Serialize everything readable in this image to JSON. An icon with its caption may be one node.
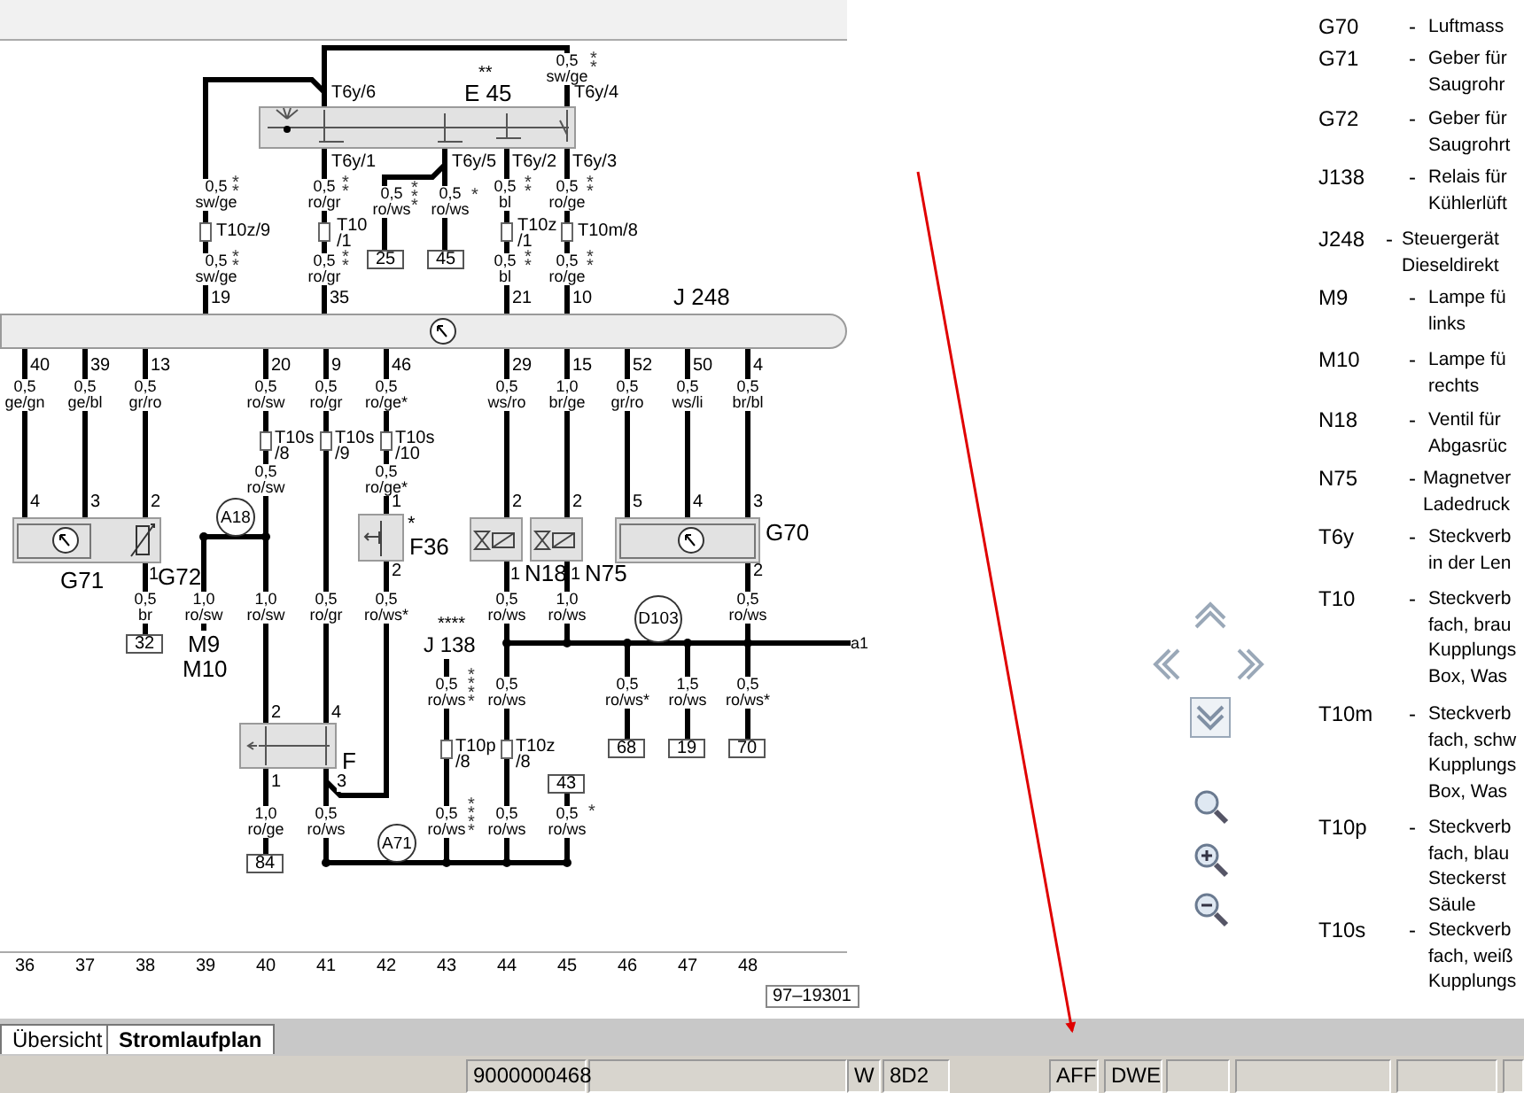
{
  "diagram": {
    "nodes": [
      {
        "text": [
          "**",
          "E 45"
        ]
      },
      {
        "text": [
          "J 248"
        ]
      },
      {
        "text": [
          "G71"
        ]
      },
      {
        "text": [
          "*",
          "F36"
        ]
      },
      {
        "text": [
          "N18"
        ]
      },
      {
        "text": [
          "N75"
        ]
      },
      {
        "text": [
          "G70"
        ]
      },
      {
        "text": [
          "F"
        ]
      },
      {
        "text": [
          "****",
          "J 138"
        ]
      },
      {
        "text": [
          "A18"
        ]
      },
      {
        "text": [
          "D103"
        ]
      },
      {
        "text": [
          "A71"
        ]
      },
      {
        "text": [
          "25"
        ]
      },
      {
        "text": [
          "45"
        ]
      },
      {
        "text": [
          "32"
        ]
      },
      {
        "text": [
          "84"
        ]
      },
      {
        "text": [
          "68"
        ]
      },
      {
        "text": [
          "19"
        ]
      },
      {
        "text": [
          "70"
        ]
      },
      {
        "text": [
          "43"
        ]
      },
      {
        "text": [
          "M9",
          "M10"
        ]
      },
      {
        "text": [
          "a1"
        ]
      }
    ],
    "edges": [
      {
        "from": 1,
        "to": 0,
        "arrow": "none"
      },
      {
        "from": 0,
        "to": 0,
        "arrow": "none"
      },
      {
        "from": 1,
        "to": 0,
        "arrow": "none"
      },
      {
        "from": 0,
        "to": 12,
        "arrow": "none"
      },
      {
        "from": 0,
        "to": 13,
        "arrow": "none"
      },
      {
        "from": 0,
        "to": 1,
        "arrow": "none"
      },
      {
        "from": 0,
        "to": 1,
        "arrow": "none"
      },
      {
        "from": 1,
        "to": 2,
        "arrow": "none"
      },
      {
        "from": 1,
        "to": 2,
        "arrow": "none"
      },
      {
        "from": 1,
        "to": 2,
        "arrow": "none"
      },
      {
        "from": 2,
        "to": 14,
        "arrow": "none"
      },
      {
        "from": 1,
        "to": 7,
        "arrow": "none"
      },
      {
        "from": 1,
        "to": 20,
        "arrow": "none"
      },
      {
        "from": 1,
        "to": 7,
        "arrow": "none"
      },
      {
        "from": 1,
        "to": 3,
        "arrow": "none"
      },
      {
        "from": 3,
        "to": 7,
        "arrow": "none"
      },
      {
        "from": 7,
        "to": 15,
        "arrow": "none"
      },
      {
        "from": 7,
        "to": 11,
        "arrow": "none"
      },
      {
        "from": 8,
        "to": 11,
        "arrow": "none"
      },
      {
        "from": 10,
        "to": 11,
        "arrow": "none"
      },
      {
        "from": 19,
        "to": 11,
        "arrow": "none"
      },
      {
        "from": 4,
        "to": 10,
        "arrow": "none"
      },
      {
        "from": 5,
        "to": 10,
        "arrow": "none"
      },
      {
        "from": 6,
        "to": 10,
        "arrow": "none"
      },
      {
        "from": 10,
        "to": 16,
        "arrow": "none"
      },
      {
        "from": 10,
        "to": 17,
        "arrow": "none"
      },
      {
        "from": 10,
        "to": 18,
        "arrow": "none"
      },
      {
        "from": 10,
        "to": 21,
        "arrow": "none"
      },
      {
        "from": 1,
        "to": 4,
        "arrow": "none"
      },
      {
        "from": 1,
        "to": 5,
        "arrow": "none"
      },
      {
        "from": 1,
        "to": 6,
        "arrow": "none"
      },
      {
        "from": 1,
        "to": 6,
        "arrow": "none"
      },
      {
        "from": 1,
        "to": 6,
        "arrow": "none"
      }
    ],
    "labels": [
      "0,5 sw/ge",
      "**",
      "T6y/6",
      "T6y/4",
      "T6y/1",
      "T6y/5",
      "T6y/2",
      "T6y/3",
      "0,5 sw/ge",
      "**",
      "0,5 ro/gr",
      "**",
      "0,5 ro/ws",
      "***",
      "0,5 ro/ws",
      "*",
      "0,5 bl",
      "**",
      "0,5 ro/ge",
      "**",
      "T10z/9",
      "T10 /1",
      "T10z /1",
      "T10m/8",
      "0,5 sw/ge",
      "**",
      "0,5 ro/gr",
      "**",
      "0,5 bl",
      "**",
      "0,5 ro/ge",
      "**",
      "19",
      "35",
      "21",
      "10",
      "40",
      "39",
      "13",
      "20",
      "9",
      "46",
      "29",
      "15",
      "52",
      "50",
      "4",
      "0,5 ge/gn",
      "0,5 ge/bl",
      "0,5 gr/ro",
      "0,5 ro/sw",
      "0,5 ro/gr",
      "0,5 ro/ge*",
      "0,5 ws/ro",
      "1,0 br/ge",
      "0,5 gr/ro",
      "0,5 ws/li",
      "0,5 br/bl",
      "T10s /8",
      "T10s /9",
      "T10s /10",
      "0,5 ro/sw",
      "0,5 ro/ge*",
      "4",
      "3",
      "2",
      "1",
      "2",
      "2",
      "5",
      "4",
      "3",
      "1",
      "G72",
      "2",
      "1",
      "1",
      "2",
      "0,5 br",
      "1,0 ro/sw",
      "1,0 ro/sw",
      "0,5 ro/gr",
      "0,5 ro/ws*",
      "0,5 ro/ws",
      "1,0 ro/ws",
      "0,5 ro/ws",
      "0,5 ro/ws",
      "****",
      "0,5 ro/ws",
      "0,5 ro/ws*",
      "1,5 ro/ws",
      "0,5 ro/ws*",
      "2",
      "4",
      "T10p /8",
      "T10z /8",
      "1",
      "3",
      "1,0 ro/ge",
      "0,5 ro/ws",
      "0,5 ro/ws",
      "****",
      "0,5 ro/ws",
      "0,5 ro/ws",
      "*",
      "36",
      "37",
      "38",
      "39",
      "40",
      "41",
      "42",
      "43",
      "44",
      "45",
      "46",
      "47",
      "48",
      "97–19301",
      "G70",
      "-",
      "Luftmass",
      "G71",
      "-",
      "Geber für",
      "Saugrohr",
      "G72",
      "-",
      "Geber für",
      "Saugrohrt",
      "J138",
      "-",
      "Relais für",
      "Kühlerlüft",
      "J248",
      "-",
      "Steuergerät",
      "Dieseldirekt",
      "M9",
      "-",
      "Lampe fü",
      "links",
      "M10",
      "-",
      "Lampe fü",
      "rechts",
      "N18",
      "-",
      "Ventil für",
      "Abgasrüc",
      "N75",
      "-",
      "Magnetver",
      "Ladedruck",
      "T6y",
      "-",
      "Steckverb",
      "in der Len",
      "T10",
      "-",
      "Steckverb",
      "fach, brau",
      "Kupplungs",
      "Box, Was",
      "T10m",
      "-",
      "Steckverb",
      "fach, schw",
      "Kupplungs",
      "Box, Was",
      "T10p",
      "-",
      "Steckverb",
      "fach, blau",
      "Steckerst",
      "Säule",
      "T10s",
      "-",
      "Steckverb",
      "fach, weiß",
      "Kupplungs",
      "Übersicht",
      "Stromlaufplan",
      "9000000468",
      "W",
      "8D2",
      "AFF",
      "DWE"
    ]
  }
}
